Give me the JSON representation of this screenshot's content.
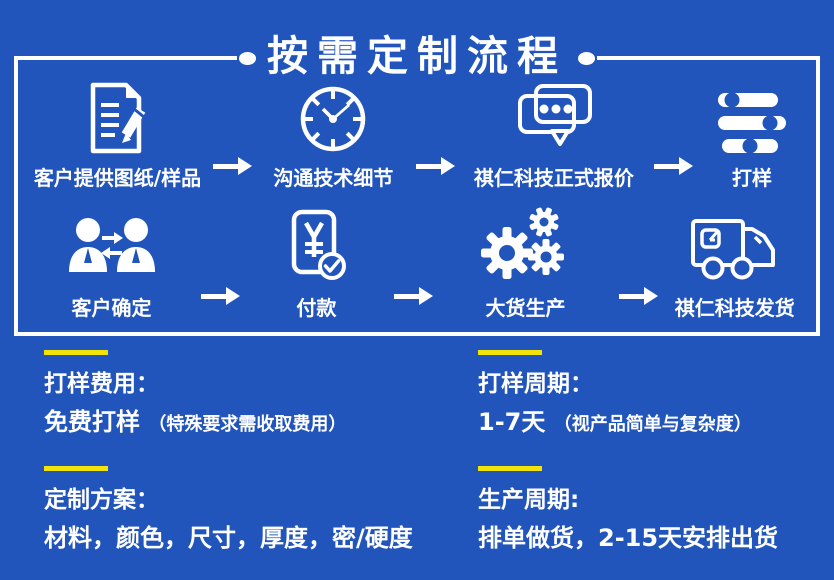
{
  "page": {
    "background_color": "#2155bc",
    "accent_yellow": "#f2e40b",
    "text_color": "#ffffff"
  },
  "title": {
    "text": "按需定制流程"
  },
  "process": {
    "arrow_icon": "arrow-right-icon",
    "rows": [
      {
        "steps": [
          {
            "icon": "document-pencil-icon",
            "label": "客户提供图纸/样品"
          },
          {
            "icon": "clock-icon",
            "label": "沟通技术细节"
          },
          {
            "icon": "chat-bubbles-icon",
            "label": "祺仁科技正式报价"
          },
          {
            "icon": "sliders-icon",
            "label": "打样"
          }
        ]
      },
      {
        "steps": [
          {
            "icon": "people-exchange-icon",
            "label": "客户确定"
          },
          {
            "icon": "payment-check-icon",
            "label": "付款"
          },
          {
            "icon": "gears-icon",
            "label": "大货生产"
          },
          {
            "icon": "truck-icon",
            "label": "祺仁科技发货"
          }
        ]
      }
    ]
  },
  "info_blocks": [
    {
      "heading": "打样费用：",
      "main": "免费打样",
      "note": "（特殊要求需收取费用）"
    },
    {
      "heading": "打样周期：",
      "main": "1-7天",
      "note": "（视产品简单与复杂度）"
    },
    {
      "heading": "定制方案：",
      "main": "材料，颜色，尺寸，厚度，密/硬度",
      "note": ""
    },
    {
      "heading": "生产周期:",
      "main": "排单做货，2-15天安排出货",
      "note": ""
    }
  ]
}
